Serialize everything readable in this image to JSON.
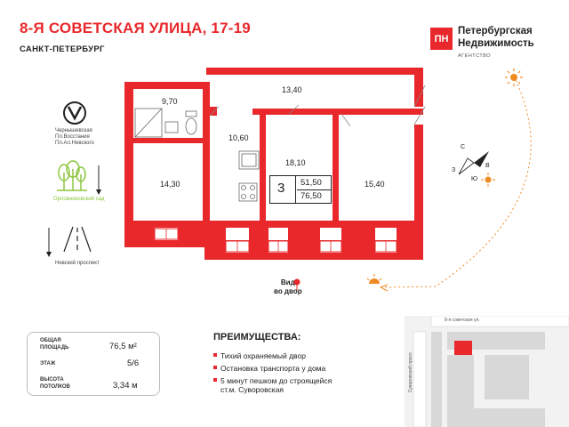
{
  "header": {
    "title": "8-Я СОВЕТСКАЯ УЛИЦА, 17-19",
    "city": "САНКТ-ПЕТЕРБУРГ"
  },
  "logo": {
    "mark": "ПН",
    "line1": "Петербургская",
    "line2": "Недвижимость",
    "caption": "АГЕНТСТВО"
  },
  "metro": {
    "stations": [
      "Чернышевская",
      "Пл.Восстания",
      "Пл.Ал.Невского"
    ]
  },
  "garden": {
    "label": "Орловниковский сад"
  },
  "avenue": {
    "label": "Невский проспект"
  },
  "rooms": {
    "bath": "9,70",
    "hall": "13,40",
    "kitchen": "10,60",
    "room_left": "14,30",
    "room_mid": "18,10",
    "room_right": "15,40"
  },
  "apartment": {
    "rooms": "3",
    "living_area": "51,50",
    "total_area": "76,50"
  },
  "view": {
    "line1": "Вид",
    "line2": "во двор"
  },
  "compass": {
    "letters": [
      "С",
      "В",
      "Ю",
      "З"
    ]
  },
  "info": {
    "area_label_1": "ОБЩАЯ",
    "area_label_2": "ПЛОЩАДЬ",
    "area_value": "76,5 м²",
    "floor_label": "ЭТАЖ",
    "floor_value": "5/6",
    "ceiling_label_1": "ВЫСОТА",
    "ceiling_label_2": "ПОТОЛКОВ",
    "ceiling_value": "3,34 м"
  },
  "benefits": {
    "title": "ПРЕИМУЩЕСТВА:",
    "items": [
      "Тихий охраняемый двор",
      "Остановка транспорта у дома",
      "5 минут пешком до строящейся",
      "ст.м. Суворовская"
    ]
  },
  "minimap": {
    "street_top": "8-я советская ул.",
    "street_side": "Суворовский просп."
  },
  "colors": {
    "accent": "#e8282b",
    "sun": "#f08a24",
    "garden": "#8dc63f"
  }
}
